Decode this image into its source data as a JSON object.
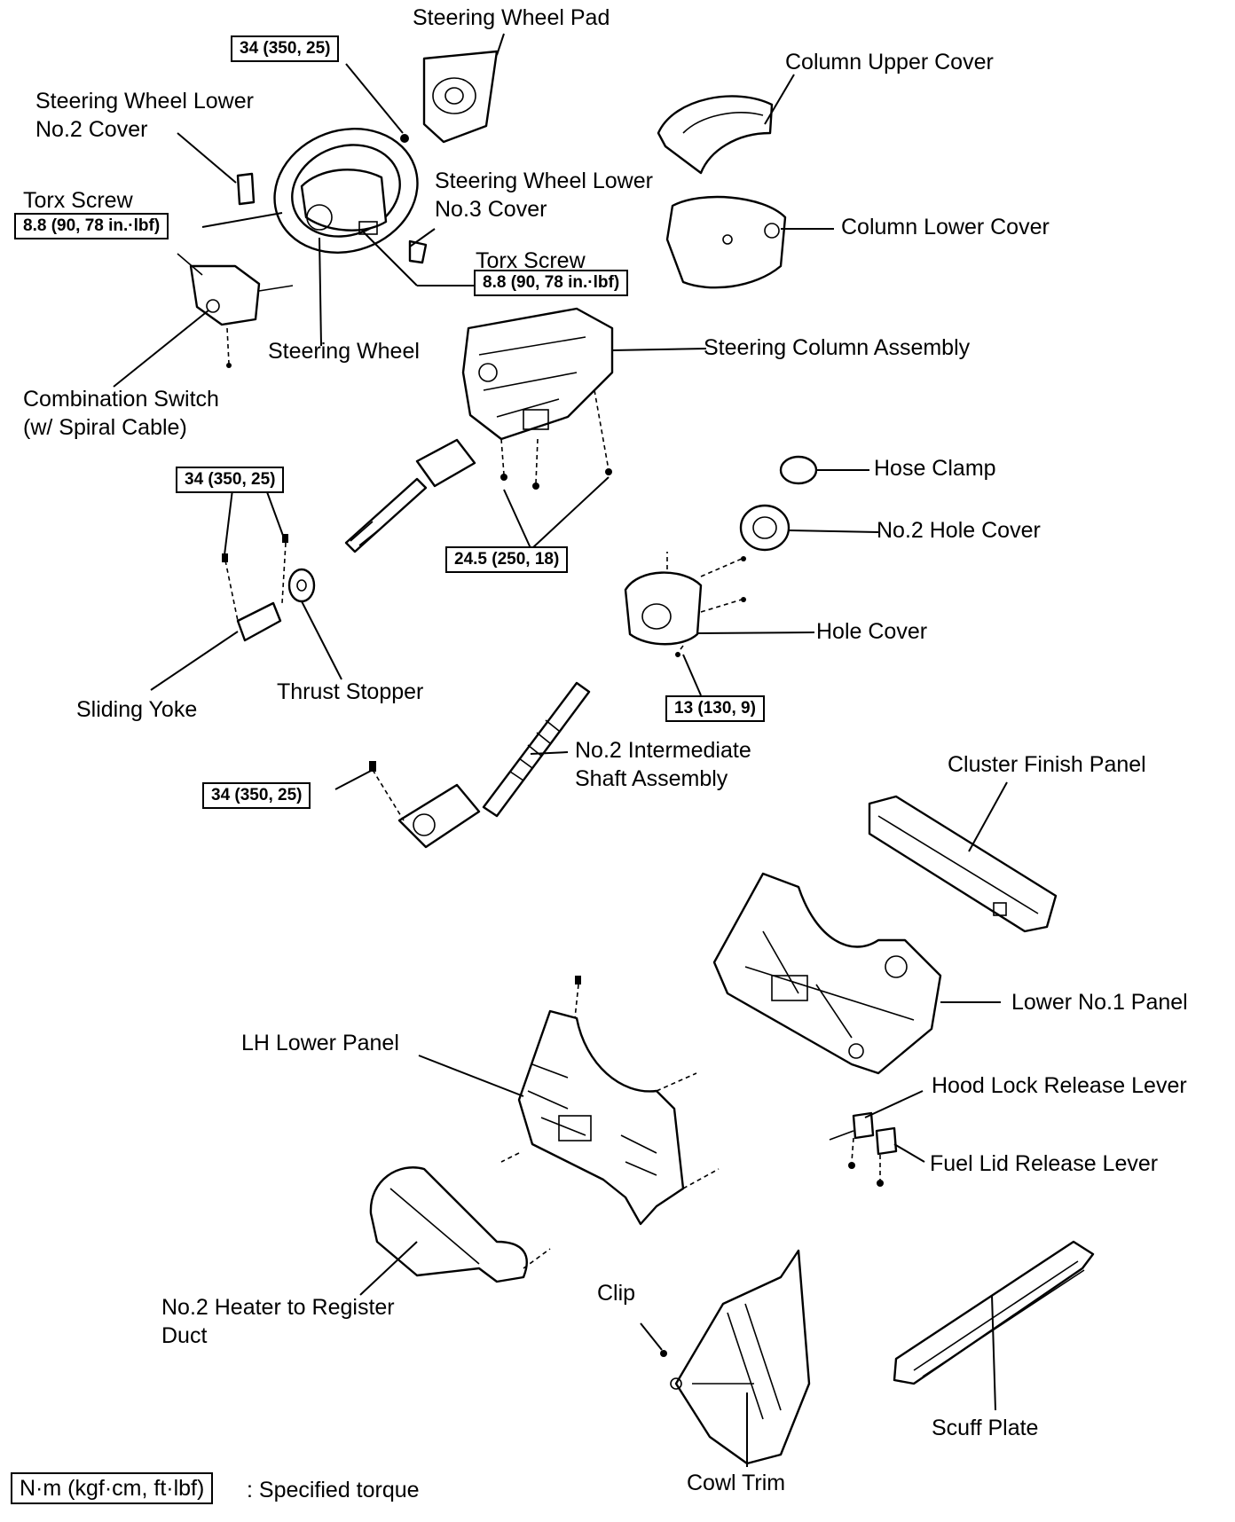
{
  "labels": {
    "steering_wheel_pad": "Steering Wheel Pad",
    "column_upper_cover": "Column Upper Cover",
    "steering_wheel_lower_no2_cover": "Steering Wheel Lower\nNo.2 Cover",
    "steering_wheel_lower_no3_cover": "Steering Wheel Lower\nNo.3 Cover",
    "column_lower_cover": "Column Lower Cover",
    "torx_screw_left": "Torx Screw",
    "torx_screw_center": "Torx Screw",
    "steering_wheel": "Steering Wheel",
    "steering_column_assembly": "Steering Column Assembly",
    "combination_switch": "Combination Switch\n(w/ Spiral Cable)",
    "hose_clamp": "Hose Clamp",
    "no2_hole_cover": "No.2 Hole Cover",
    "hole_cover": "Hole Cover",
    "sliding_yoke": "Sliding Yoke",
    "thrust_stopper": "Thrust Stopper",
    "no2_intermediate_shaft": "No.2 Intermediate\nShaft Assembly",
    "cluster_finish_panel": "Cluster Finish Panel",
    "lower_no1_panel": "Lower No.1 Panel",
    "lh_lower_panel": "LH Lower Panel",
    "hood_lock_release_lever": "Hood Lock Release Lever",
    "fuel_lid_release_lever": "Fuel Lid Release Lever",
    "no2_heater_duct": "No.2 Heater to Register\nDuct",
    "clip": "Clip",
    "scuff_plate": "Scuff Plate",
    "cowl_trim": "Cowl Trim"
  },
  "torque_specs": {
    "pad_nut": "34 (350, 25)",
    "torx_left": "8.8 (90, 78 in.·lbf)",
    "torx_center": "8.8 (90, 78 in.·lbf)",
    "column_nuts": "24.5 (250, 18)",
    "yoke_bolts": "34 (350, 25)",
    "hole_cover_bolt": "13 (130, 9)",
    "shaft_bolt": "34 (350, 25)"
  },
  "legend": {
    "unit_box": "N·m (kgf·cm, ft·lbf)",
    "description": ": Specified torque"
  }
}
